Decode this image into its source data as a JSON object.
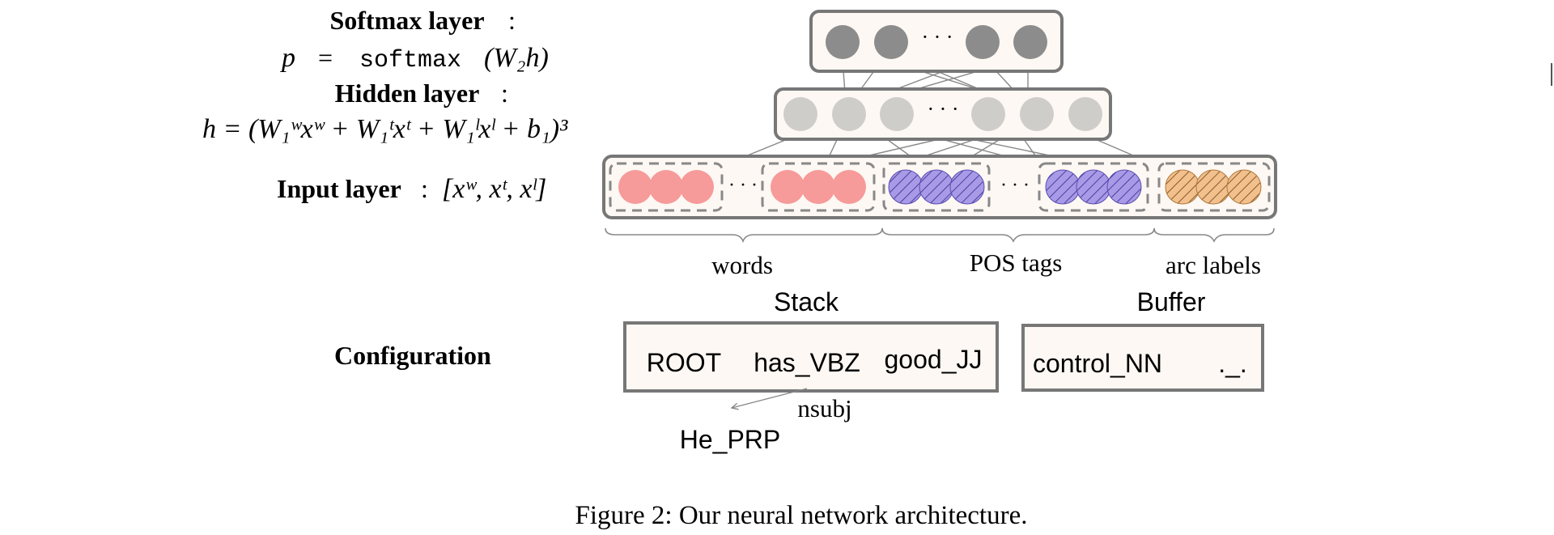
{
  "left_labels": {
    "softmax_title": "Softmax layer",
    "softmax_formula_p": "p",
    "softmax_formula_eq": "=",
    "softmax_formula_fn": "softmax",
    "softmax_formula_arg": "(W₂h)",
    "hidden_title": "Hidden layer",
    "hidden_formula": "h = (W₁ʷxʷ + W₁ᵗxᵗ + W₁ˡxˡ + b₁)³",
    "input_title": "Input layer",
    "input_formula": "[xʷ, xᵗ, xˡ]",
    "colon": ":",
    "configuration_title": "Configuration"
  },
  "network": {
    "dots": "· · ·",
    "group_labels": [
      "words",
      "POS tags",
      "arc labels"
    ]
  },
  "configuration": {
    "stack_title": "Stack",
    "buffer_title": "Buffer",
    "stack_items": [
      "ROOT",
      "has_VBZ",
      "good_JJ"
    ],
    "buffer_items": [
      "control_NN",
      "._."
    ],
    "arc_label": "nsubj",
    "child_word": "He_PRP"
  },
  "caption": "Figure 2: Our neural network architecture.",
  "colors": {
    "softmax_node": "#8c8c8c",
    "hidden_node": "#cfcdca",
    "word_node": "#f79a9a",
    "pos_node": "#a89ae6",
    "arc_node": "#f2c08c",
    "box_border": "#777777",
    "box_fill": "#fdf8f3",
    "arrow": "#888888"
  }
}
